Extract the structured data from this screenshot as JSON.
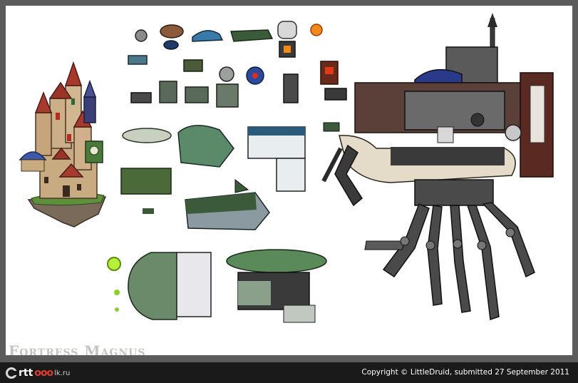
{
  "artwork": {
    "title": "Fortress Magnus",
    "subjects": [
      {
        "name": "floating-castle"
      },
      {
        "name": "airships-and-units"
      },
      {
        "name": "clawed-war-machine"
      }
    ]
  },
  "footer": {
    "logo_text": "rtt",
    "logo_dots": "ooo",
    "logo_suffix": "lk.ru",
    "copyright": "Copyright © LittleDruid, submitted 27 September 2011"
  },
  "colors": {
    "background": "#ffffff",
    "frame": "#5b5b5b",
    "footer": "#1a1a1a",
    "title": "#c9c3bd",
    "accent": "#e23b2b"
  }
}
